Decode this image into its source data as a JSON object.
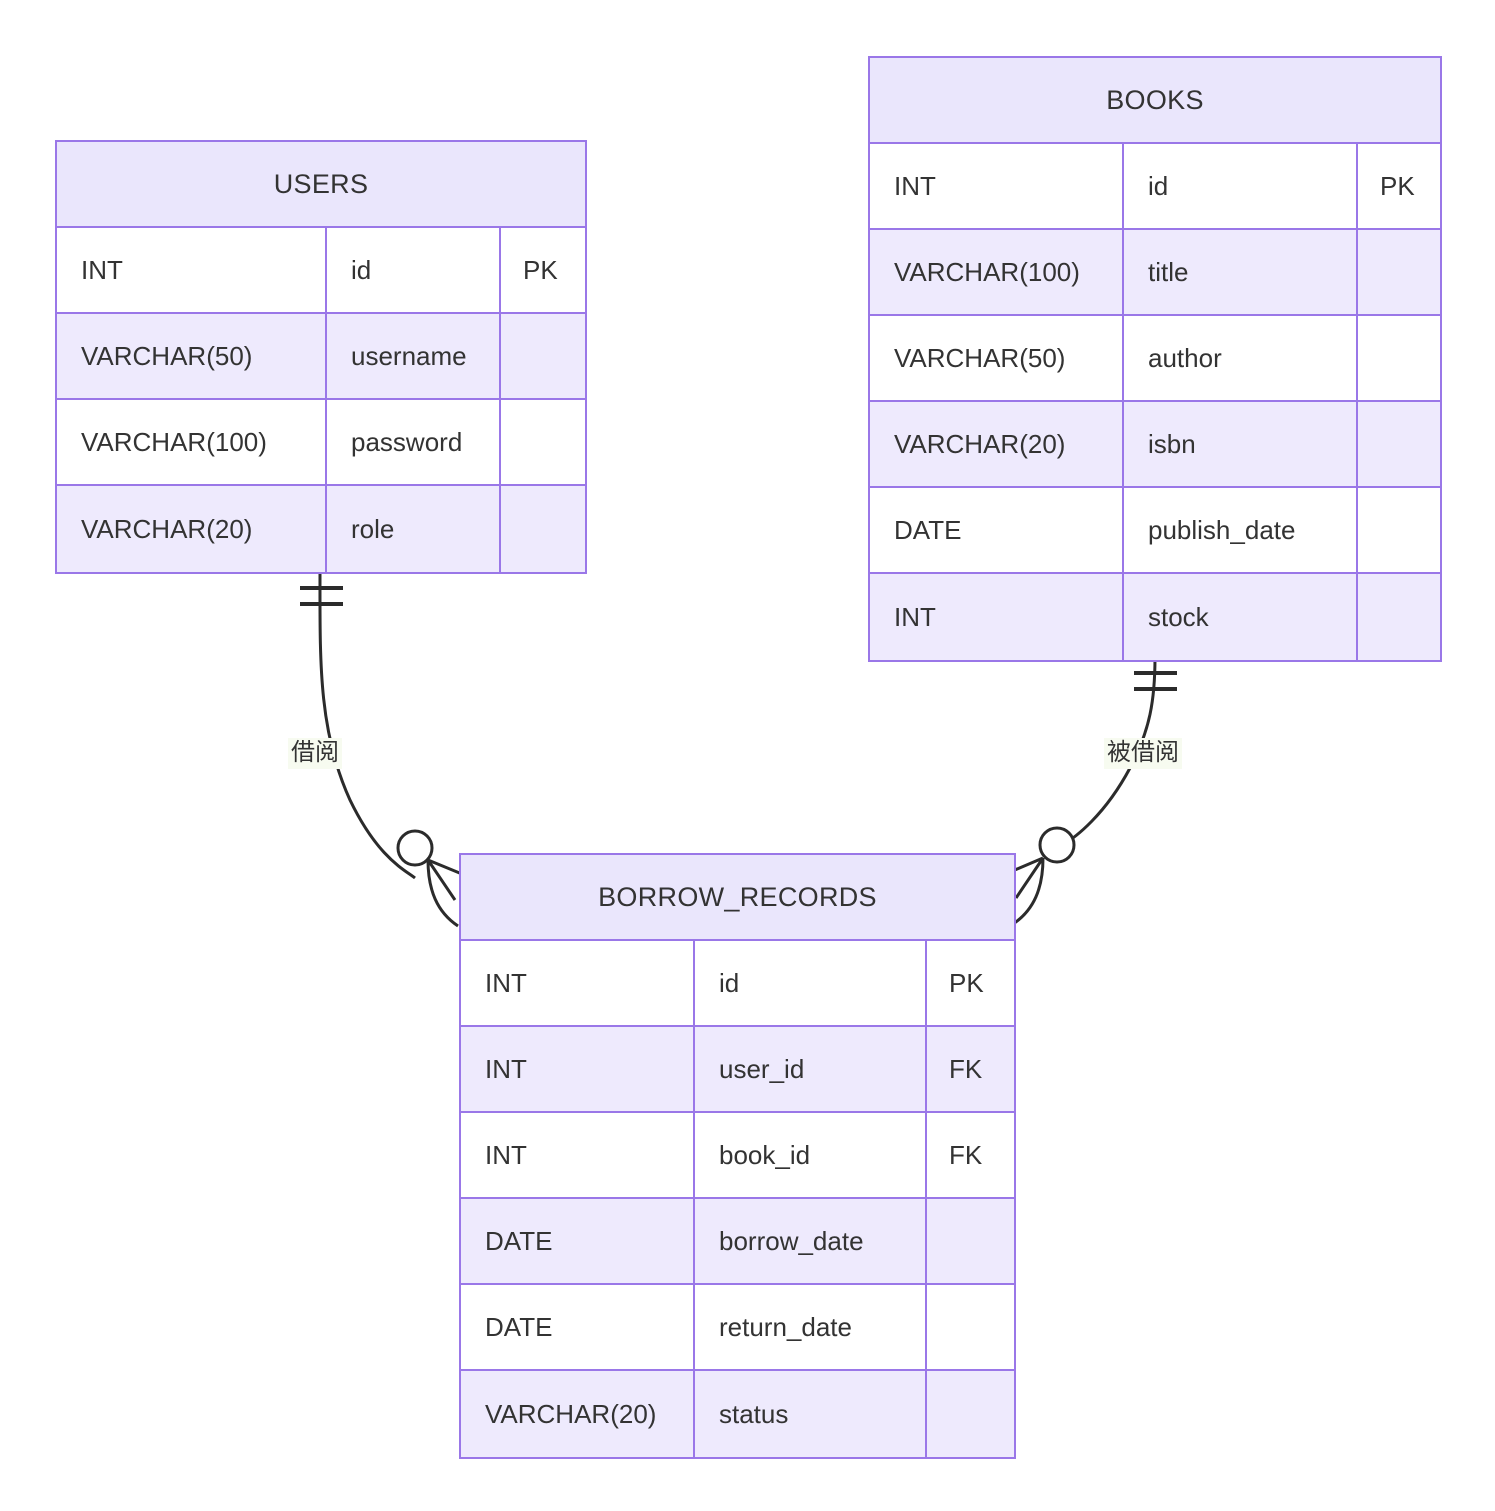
{
  "diagram": {
    "type": "entity-relationship-diagram",
    "notation": "crow's-foot",
    "background_color": "#ffffff",
    "accent_color": "#9a77e8",
    "header_fill": "#eae6fc",
    "alt_row_fill": "#eeeafd",
    "text_color": "#333333"
  },
  "entities": [
    {
      "name": "USERS",
      "columns": [
        "type",
        "name",
        "key"
      ],
      "attributes": [
        {
          "type": "INT",
          "name": "id",
          "key": "PK"
        },
        {
          "type": "VARCHAR(50)",
          "name": "username",
          "key": ""
        },
        {
          "type": "VARCHAR(100)",
          "name": "password",
          "key": ""
        },
        {
          "type": "VARCHAR(20)",
          "name": "role",
          "key": ""
        }
      ]
    },
    {
      "name": "BOOKS",
      "columns": [
        "type",
        "name",
        "key"
      ],
      "attributes": [
        {
          "type": "INT",
          "name": "id",
          "key": "PK"
        },
        {
          "type": "VARCHAR(100)",
          "name": "title",
          "key": ""
        },
        {
          "type": "VARCHAR(50)",
          "name": "author",
          "key": ""
        },
        {
          "type": "VARCHAR(20)",
          "name": "isbn",
          "key": ""
        },
        {
          "type": "DATE",
          "name": "publish_date",
          "key": ""
        },
        {
          "type": "INT",
          "name": "stock",
          "key": ""
        }
      ]
    },
    {
      "name": "BORROW_RECORDS",
      "columns": [
        "type",
        "name",
        "key"
      ],
      "attributes": [
        {
          "type": "INT",
          "name": "id",
          "key": "PK"
        },
        {
          "type": "INT",
          "name": "user_id",
          "key": "FK"
        },
        {
          "type": "INT",
          "name": "book_id",
          "key": "FK"
        },
        {
          "type": "DATE",
          "name": "borrow_date",
          "key": ""
        },
        {
          "type": "DATE",
          "name": "return_date",
          "key": ""
        },
        {
          "type": "VARCHAR(20)",
          "name": "status",
          "key": ""
        }
      ]
    }
  ],
  "relationships": [
    {
      "label": "借阅",
      "from": "USERS",
      "to": "BORROW_RECORDS",
      "from_cardinality": "exactly-one",
      "to_cardinality": "zero-or-many"
    },
    {
      "label": "被借阅",
      "from": "BOOKS",
      "to": "BORROW_RECORDS",
      "from_cardinality": "exactly-one",
      "to_cardinality": "zero-or-many"
    }
  ]
}
